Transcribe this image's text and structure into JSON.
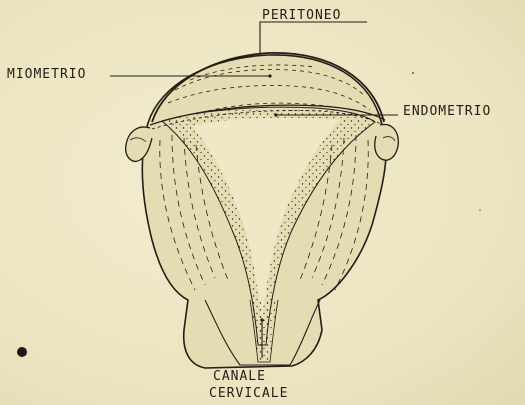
{
  "labels": {
    "peritoneo": "PERITONEO",
    "miometrio": "MIOMETRIO",
    "endometrio": "ENDOMETRIO",
    "canale": "CANALE",
    "cervicale": "CERVICALE"
  },
  "colors": {
    "paper": "#efe8c6",
    "ink": "#231d16"
  }
}
